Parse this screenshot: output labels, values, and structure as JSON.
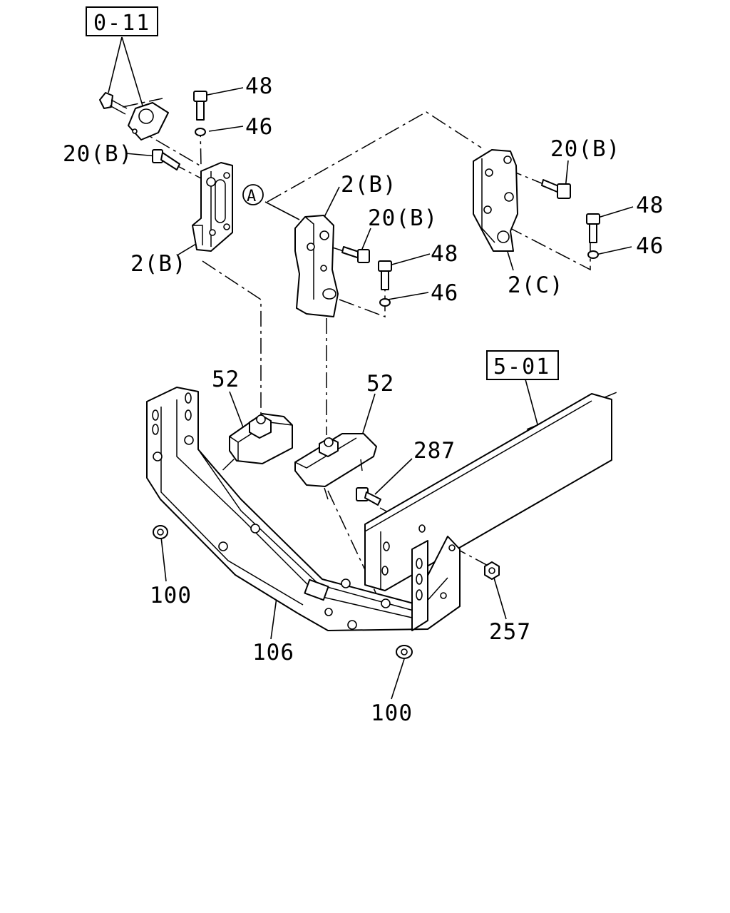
{
  "diagram": {
    "ref_boxes": {
      "ref_0_11": "0-11",
      "ref_5_01": "5-01"
    },
    "callouts": {
      "circle_a": "A",
      "bracket_left": "2(B)",
      "bracket_center": "2(B)",
      "bracket_right": "2(C)",
      "bolt_left": "20(B)",
      "bolt_center": "20(B)",
      "bolt_right": "20(B)",
      "bolt_48_left": "48",
      "bolt_48_center": "48",
      "bolt_48_right": "48",
      "washer_46_left": "46",
      "washer_46_center": "46",
      "washer_46_right": "46",
      "mount_52_left": "52",
      "mount_52_right": "52",
      "bolt_287": "287",
      "nut_257": "257",
      "nut_100_left": "100",
      "nut_100_bottom": "100",
      "crossmember_106": "106"
    }
  }
}
